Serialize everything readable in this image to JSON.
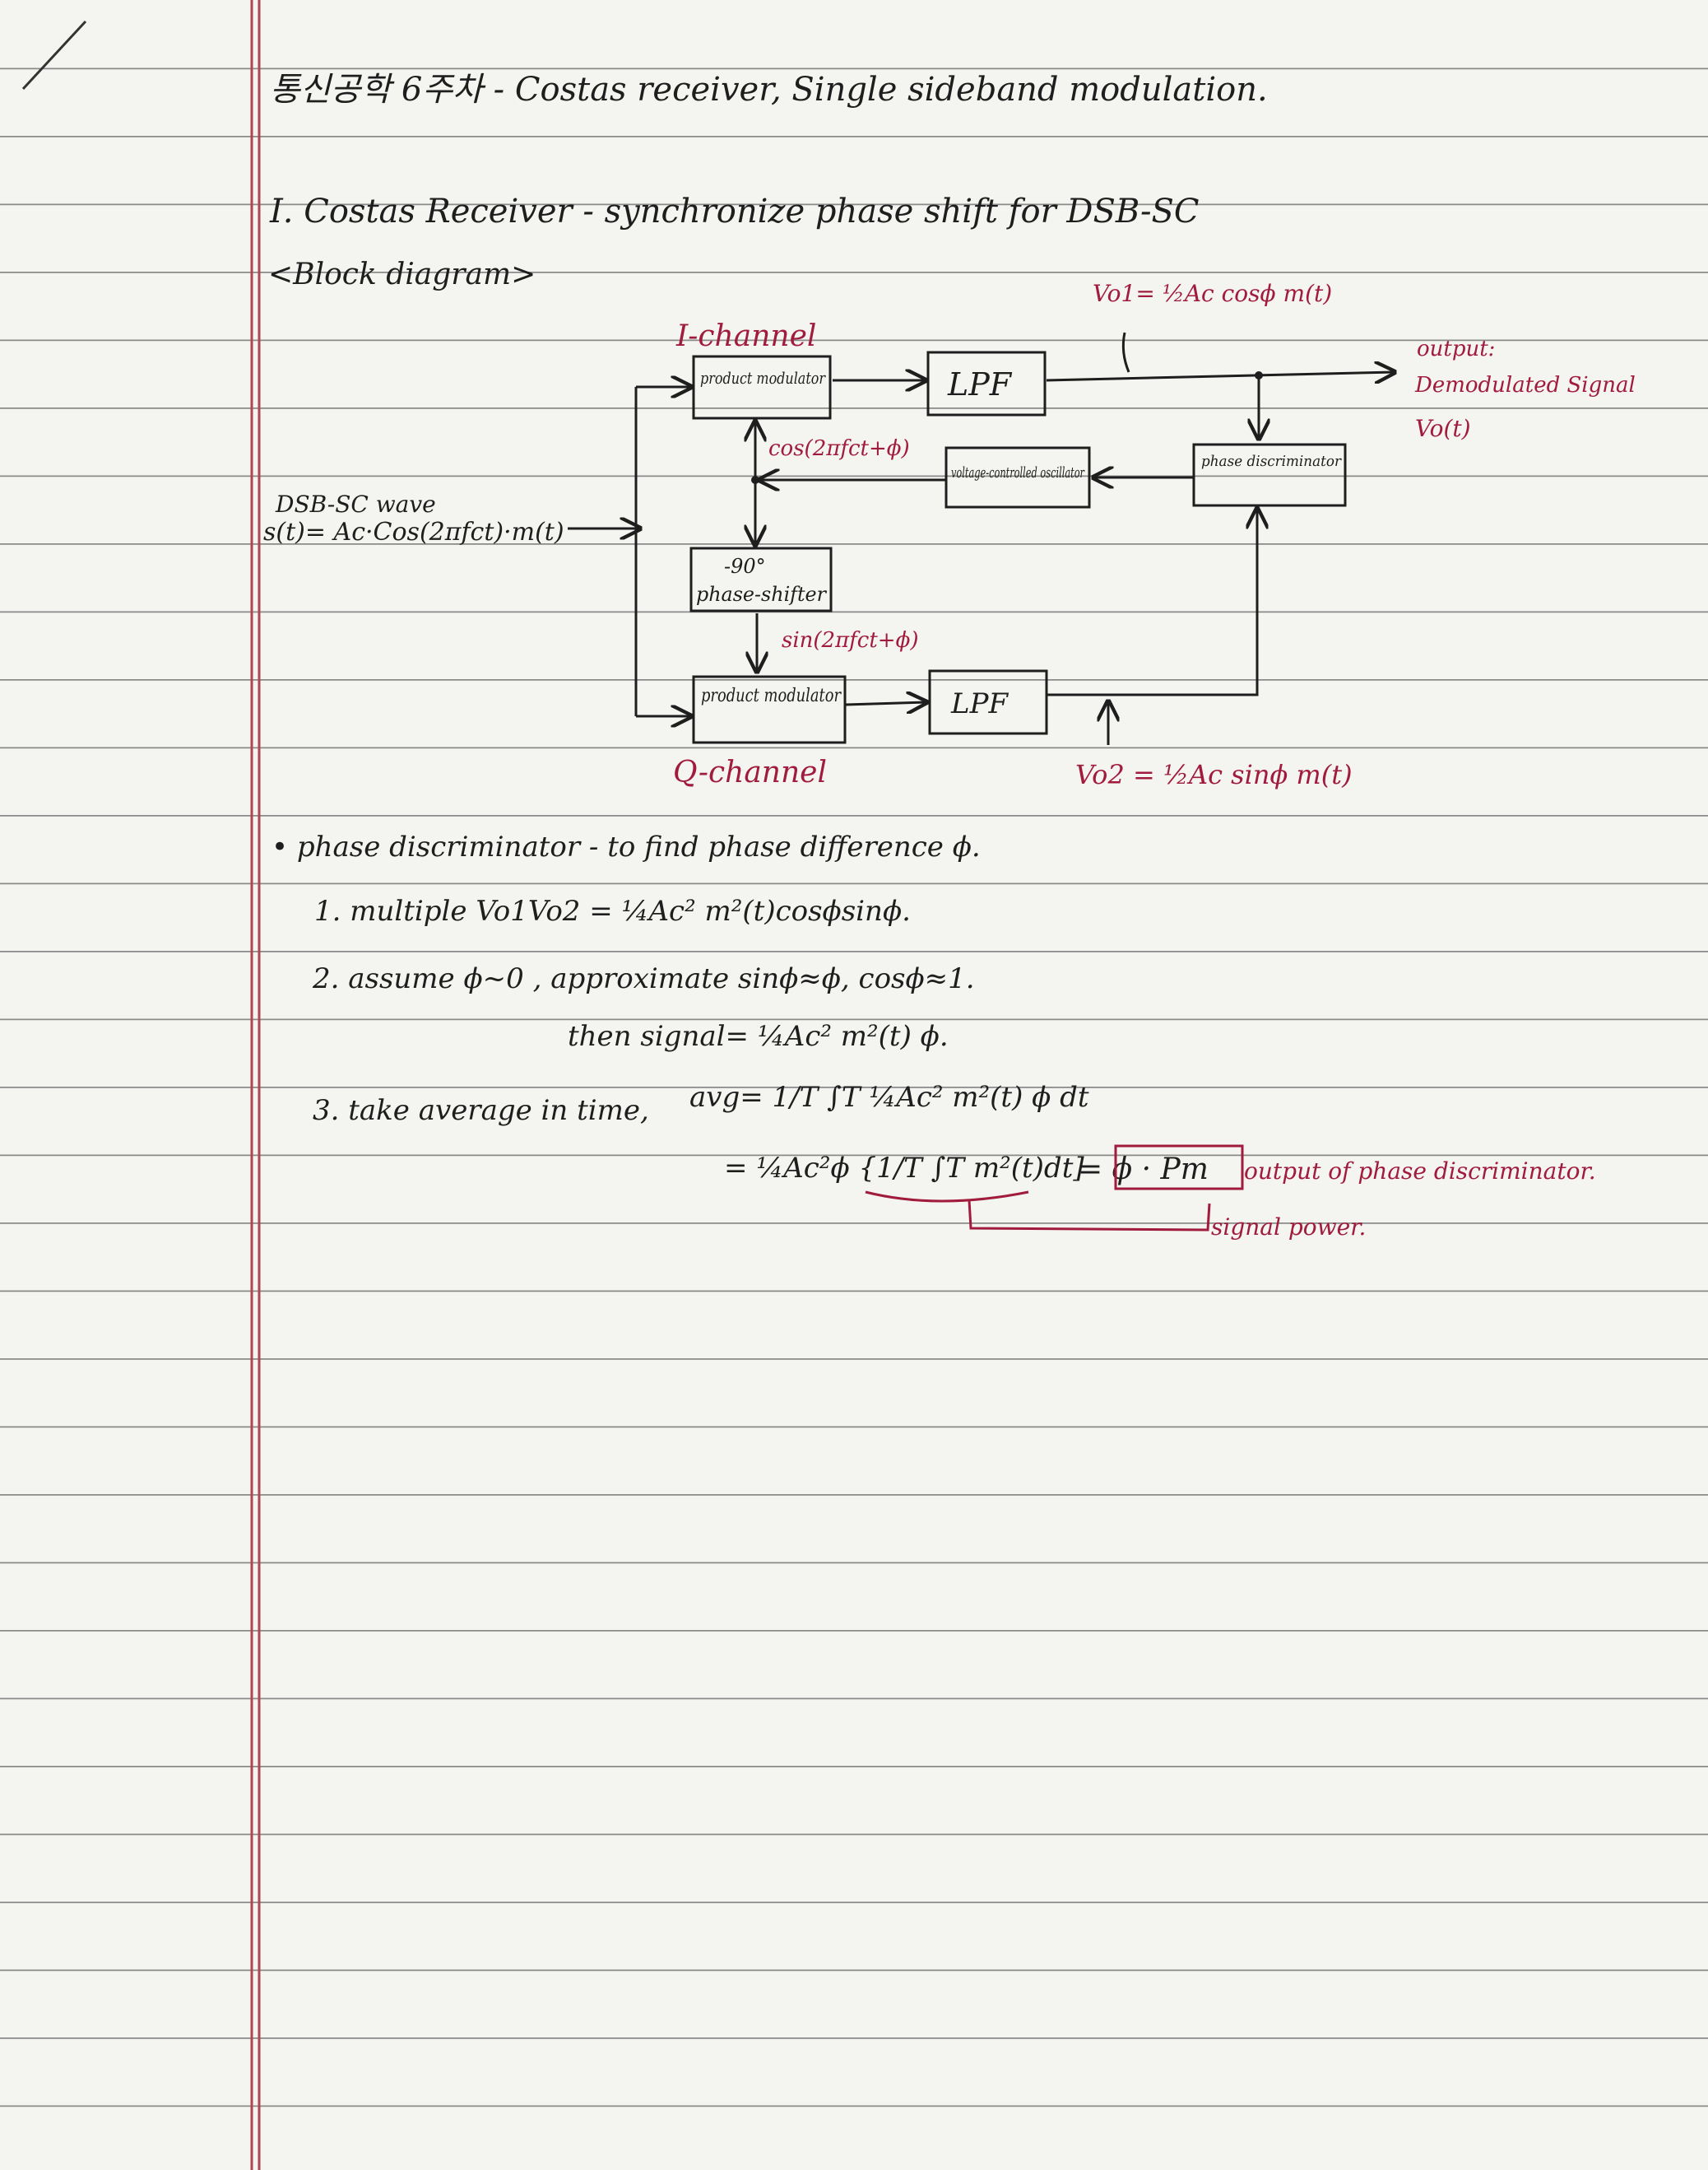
{
  "header": {
    "title": "통신공학 6주차 - Costas receiver, Single sideband modulation."
  },
  "section1": {
    "heading": "I. Costas Receiver - synchronize phase shift for DSB-SC",
    "subheading": "<Block diagram>"
  },
  "diagram": {
    "i_channel": "I-channel",
    "q_channel": "Q-channel",
    "product_modulator": "product modulator",
    "lpf": "LPF",
    "vco": "voltage-controlled oscillator",
    "phase_shifter_deg": "-90°",
    "phase_shifter": "phase-shifter",
    "phase_discriminator": "phase discriminator",
    "cos_label": "cos(2πfct+ϕ)",
    "sin_label": "sin(2πfct+ϕ)",
    "input_label": "DSB-SC wave",
    "input_eq": "s(t)= Ac·Cos(2πfct)·m(t)",
    "vo1": "Vo1= ½Ac cosϕ m(t)",
    "vo2": "Vo2 = ½Ac sinϕ m(t)",
    "output_1": "output:",
    "output_2": "Demodulated Signal",
    "output_3": "Vo(t)"
  },
  "notes": {
    "bullet": "• phase discriminator - to find phase difference ϕ.",
    "step1": "1. multiple  Vo1Vo2 = ¼Ac² m²(t)cosϕsinϕ.",
    "step2": "2. assume  ϕ~0 ,  approximate  sinϕ≈ϕ,  cosϕ≈1.",
    "step2b": "then  signal= ¼Ac² m²(t) ϕ.",
    "step3": "3. take  average  in  time,",
    "avg": "avg= 1/T ∫T ¼Ac² m²(t) ϕ dt",
    "eq_lhs": "= ¼Ac²ϕ {1/T ∫T m²(t)dt]",
    "eq_rhs": "= ϕ · Pm",
    "out_note": "output of phase discriminator.",
    "signal_power": "signal power."
  }
}
